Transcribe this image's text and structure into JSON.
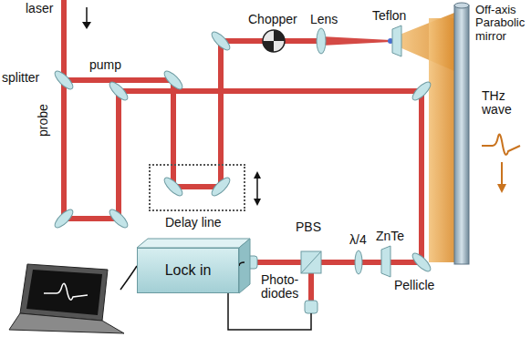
{
  "diagram": {
    "nodes": [
      {
        "text": [
          "Delay line"
        ]
      },
      {
        "text": [
          "Lock in"
        ]
      }
    ],
    "labels": [
      "laser",
      "splitter",
      "pump",
      "probe",
      "Chopper",
      "Lens",
      "Teflon",
      "Off-axis Parabolic mirror",
      "THz wave",
      "PBS",
      "λ/4",
      "ZnTe",
      "Pellicle",
      "Photo-diodes"
    ]
  }
}
